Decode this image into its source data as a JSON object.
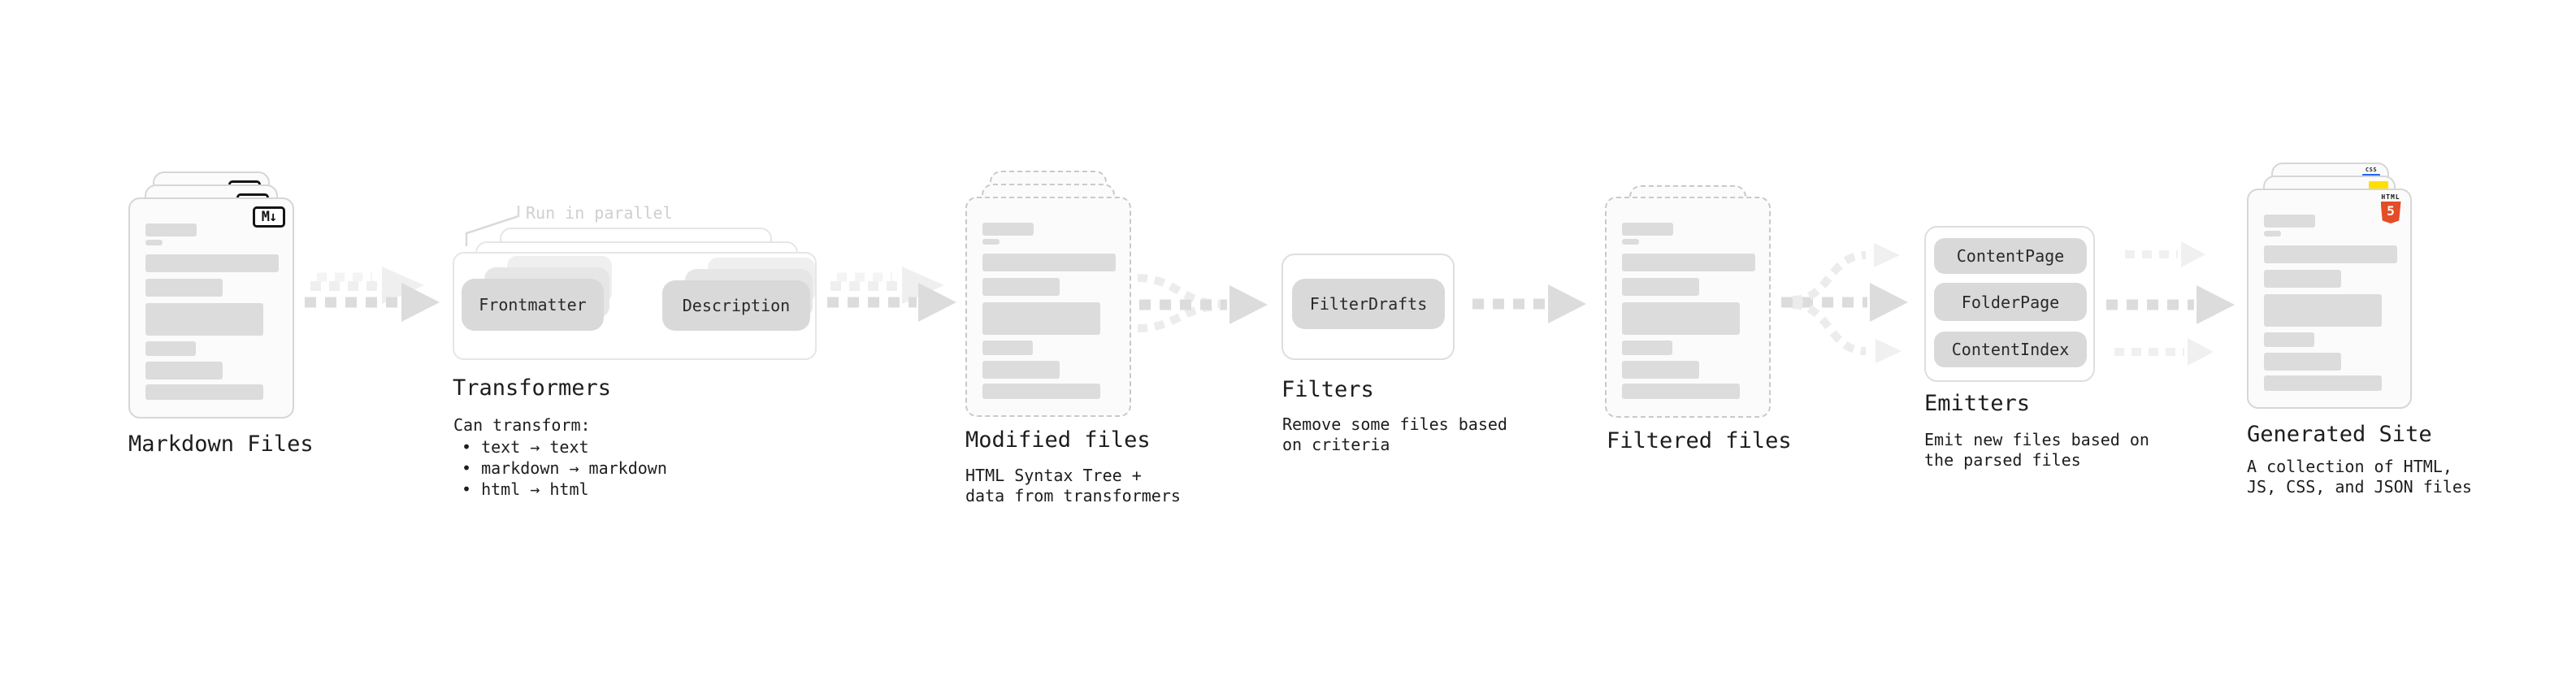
{
  "colors": {
    "ink": "#1d1d1f",
    "note_gray": "#cfcfcf",
    "placeholder_bar": "#dcdcdc",
    "pill_gray": "#d9d9d9",
    "arrow_gray": "#dcdcdc",
    "html5_orange": "#e44d26",
    "js_yellow": "#ffdf00",
    "css_blue": "#2965f1"
  },
  "stages": {
    "markdown": {
      "label": "Markdown Files",
      "badge": "M↓"
    },
    "transformers": {
      "label": "Transformers",
      "note": "Run in parallel",
      "pill_left": "Frontmatter",
      "pill_right": "Description",
      "desc_title": "Can transform:",
      "bullets": [
        "• text → text",
        "• markdown → markdown",
        "• html → html"
      ]
    },
    "modified": {
      "label": "Modified files",
      "sublines": [
        "HTML Syntax Tree +",
        "data from transformers"
      ]
    },
    "filters": {
      "label": "Filters",
      "pill": "FilterDrafts",
      "sublines": [
        "Remove some files based",
        "on criteria"
      ]
    },
    "filtered": {
      "label": "Filtered files"
    },
    "emitters": {
      "label": "Emitters",
      "pills": [
        "ContentPage",
        "FolderPage",
        "ContentIndex"
      ],
      "sublines": [
        "Emit new files based on",
        "the parsed files"
      ]
    },
    "generated": {
      "label": "Generated Site",
      "sublines": [
        "A collection of HTML,",
        "JS, CSS, and JSON files"
      ],
      "css_badge": "CSS",
      "html_badge_word": "HTML",
      "html_badge_number": "5"
    }
  }
}
